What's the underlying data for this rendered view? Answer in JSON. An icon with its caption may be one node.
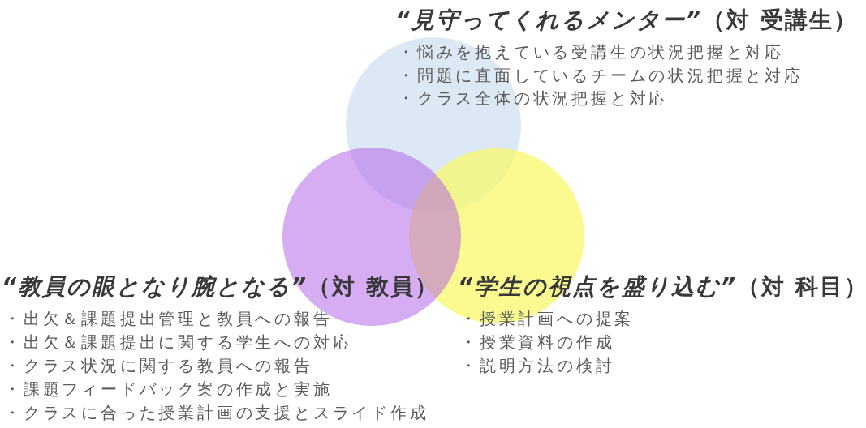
{
  "diagram": {
    "nodes": [
      {
        "text": [
          "*“見守ってくれるメンター”*（対 受講生）",
          "・悩みを抱えている受講生の状況把握と対応",
          "・問題に直面しているチームの状況把握と対応",
          "・クラス全体の状況把握と対応"
        ]
      },
      {
        "text": [
          "*“教員の眼となり腕となる”*（対 教員）",
          "・出欠＆課題提出管理と教員への報告",
          "・出欠＆課題提出に関する学生への対応",
          "・クラス状況に関する教員への報告",
          "・課題フィードバック案の作成と実施",
          "・クラスに合った授業計画の支援とスライド作成"
        ]
      },
      {
        "text": [
          "*“学生の視点を盛り込む”*（対 科目）",
          "・授業計画への提案",
          "・授業資料の作成",
          "・説明方法の検討"
        ]
      }
    ]
  }
}
